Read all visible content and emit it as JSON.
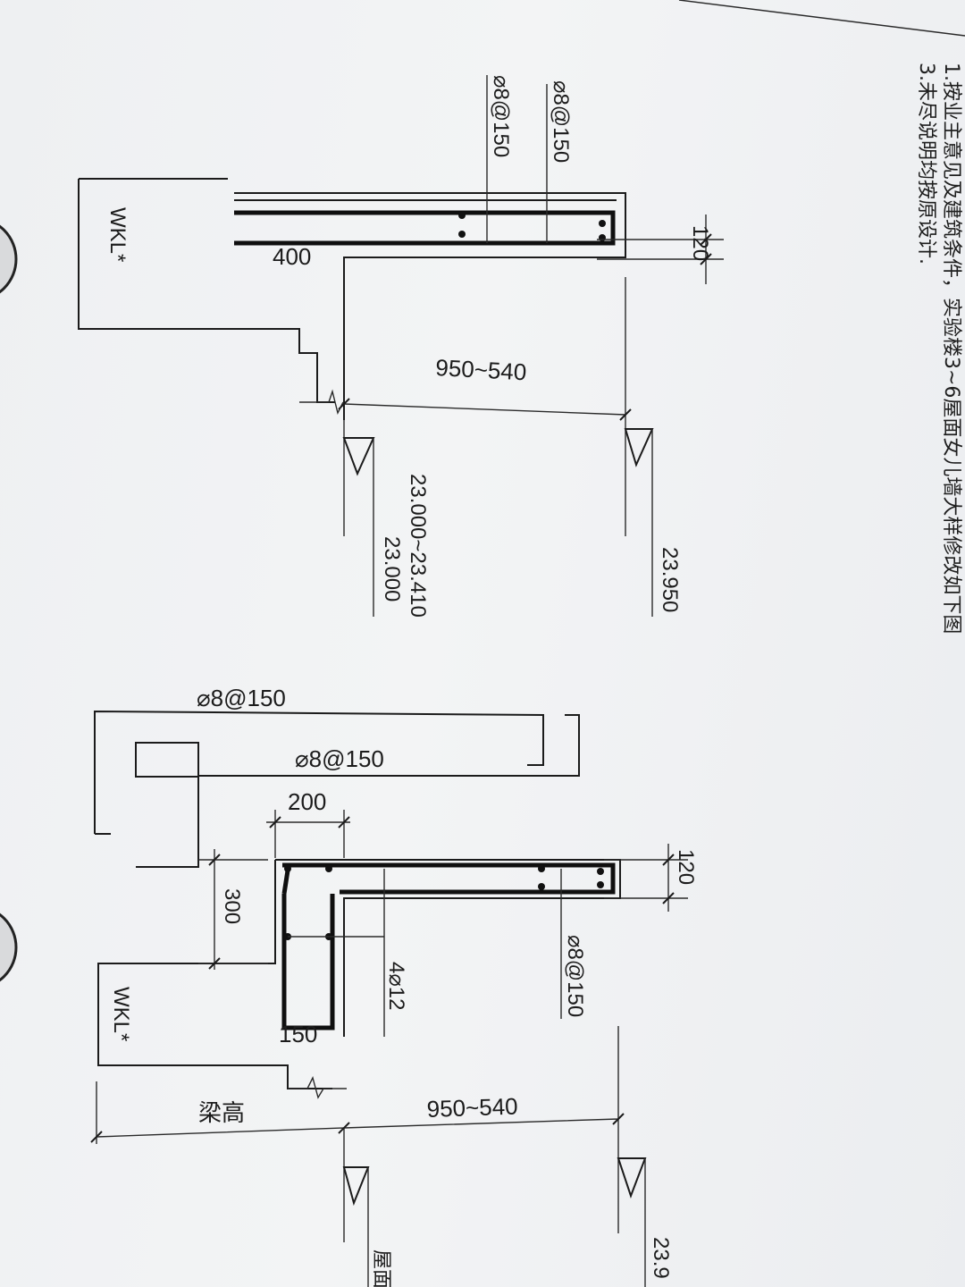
{
  "notes": {
    "line1": "1.按业主意见及建筑条件，实验楼3~6屋面女儿墙大样修改如下图",
    "line3": "3.未尽说明均按原设计."
  },
  "detail_top": {
    "rebar_a": "⌀8@150",
    "rebar_b": "⌀8@150",
    "thickness": "120",
    "width": "400",
    "beam": "WKL*",
    "span": "950~540",
    "elev_top": "23.950",
    "elev_range": "23.000~23.410",
    "elev_base": "23.000"
  },
  "detail_bottom": {
    "rebar_top": "⌀8@150",
    "rebar_mid": "⌀8@150",
    "dim_200": "200",
    "dim_300": "300",
    "thickness": "120",
    "rebar_right": "⌀8@150",
    "main_bars": "4⌀12",
    "dim_150": "150",
    "beam": "WKL*",
    "beam_height": "梁高",
    "span": "950~540",
    "elev_right": "23.9",
    "elev_label": "屋面"
  }
}
